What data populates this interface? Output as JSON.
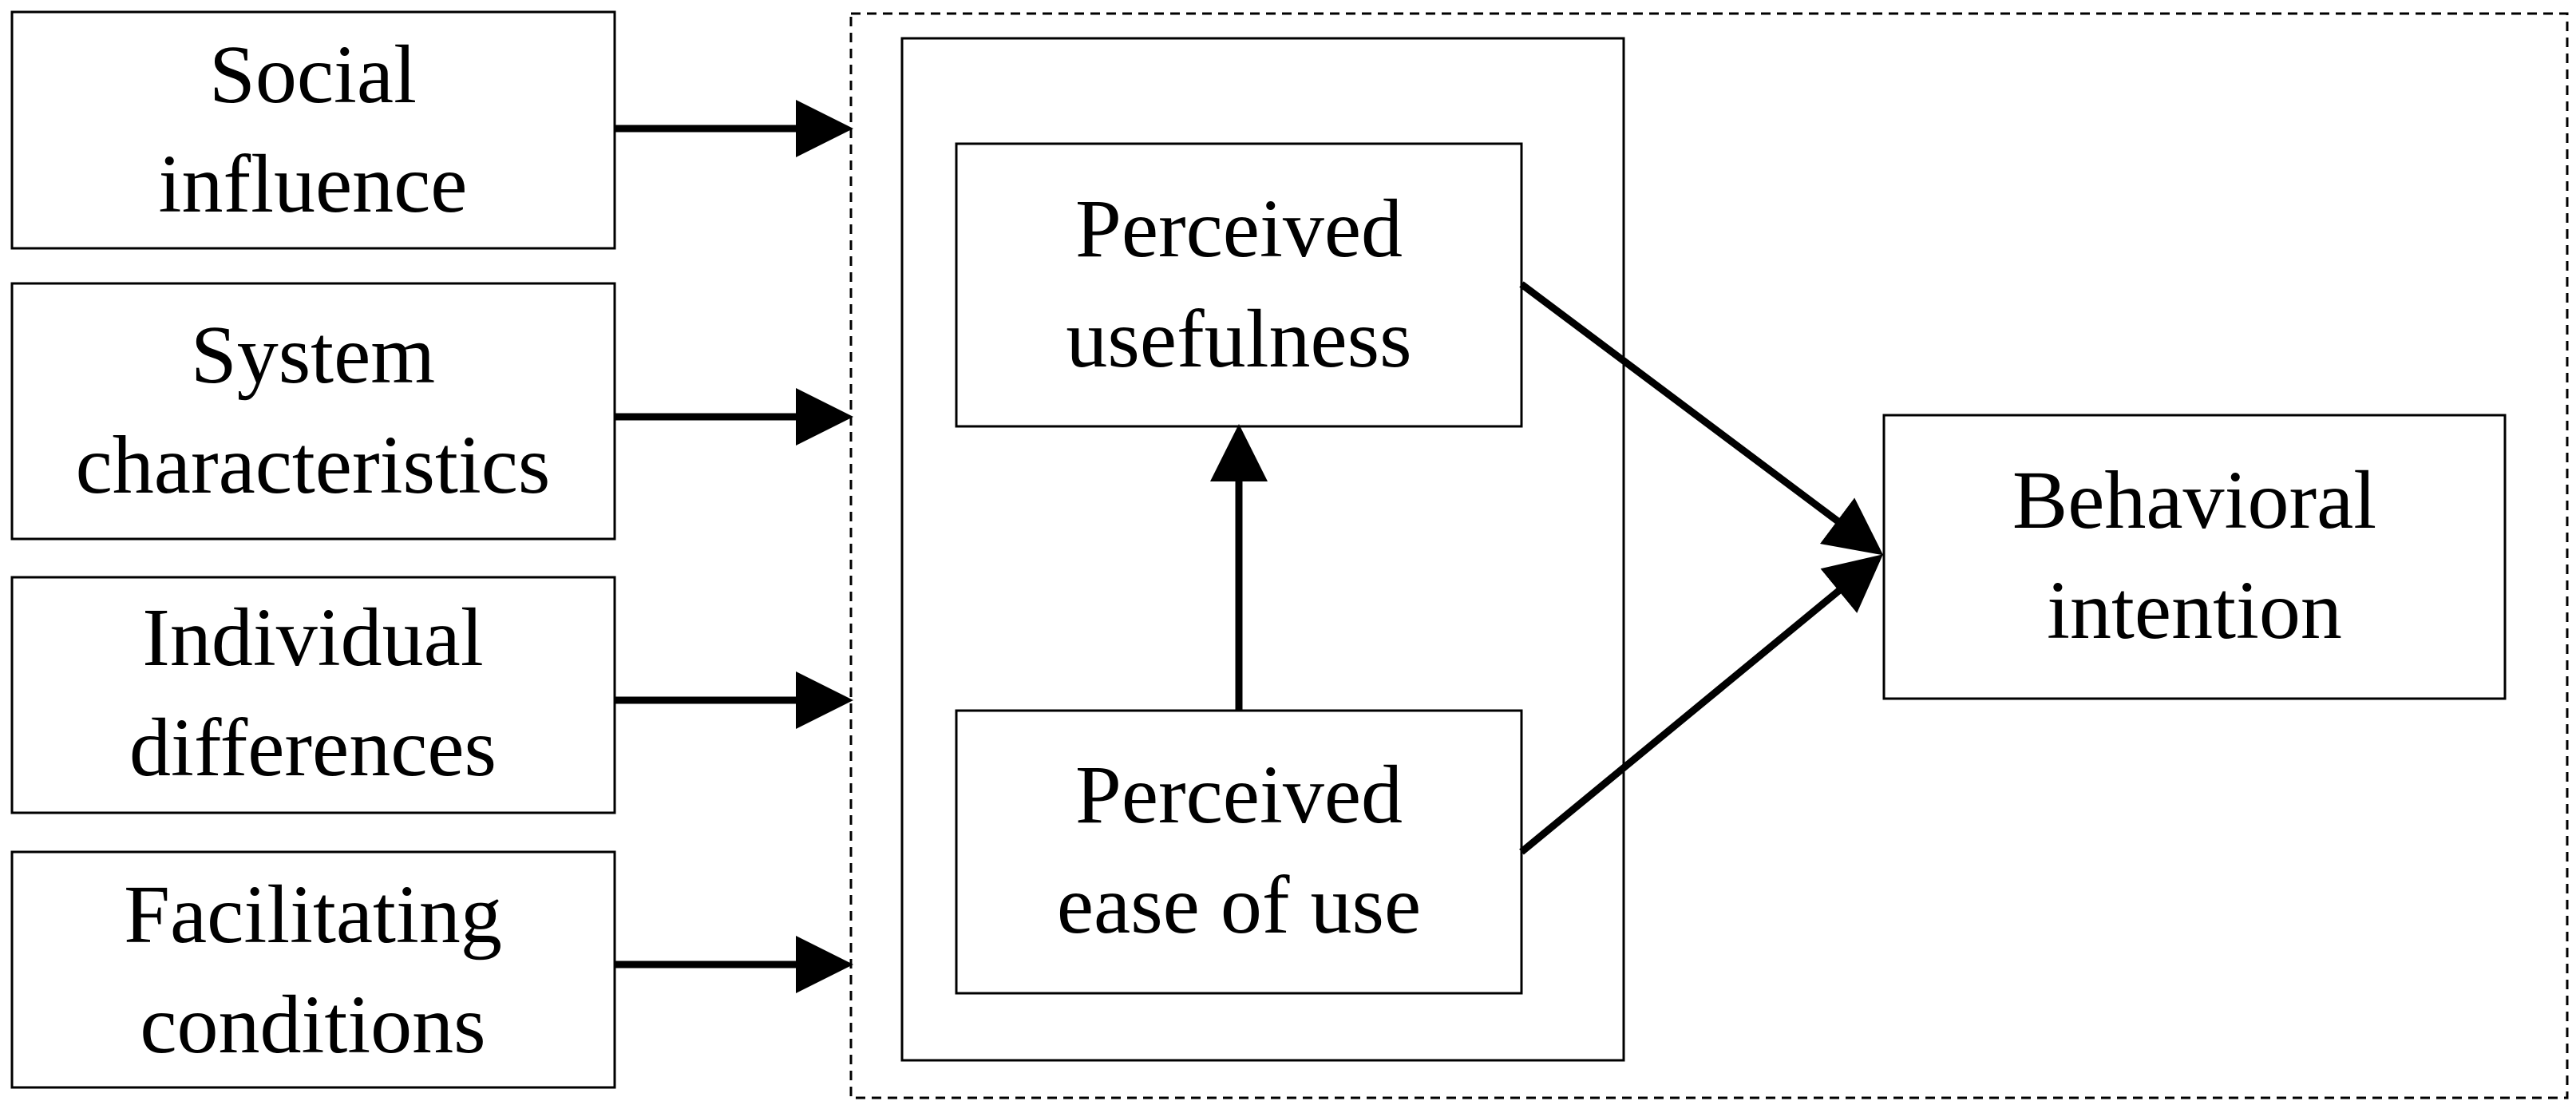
{
  "nodes": {
    "social_influence": {
      "line1": "Social",
      "line2": "influence"
    },
    "system_characteristics": {
      "line1": "System",
      "line2": "characteristics"
    },
    "individual_differences": {
      "line1": "Individual",
      "line2": "differences"
    },
    "facilitating_conditions": {
      "line1": "Facilitating",
      "line2": "conditions"
    },
    "perceived_usefulness": {
      "line1": "Perceived",
      "line2": "usefulness"
    },
    "perceived_ease_of_use": {
      "line1": "Perceived",
      "line2": "ease of use"
    },
    "behavioral_intention": {
      "line1": "Behavioral",
      "line2": "intention"
    }
  },
  "colors": {
    "stroke": "#000000",
    "background": "#ffffff"
  }
}
